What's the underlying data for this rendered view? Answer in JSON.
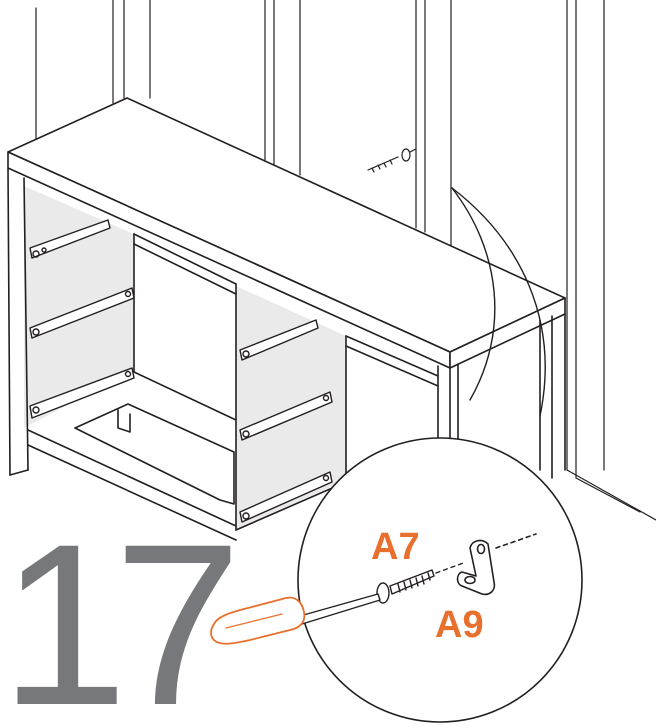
{
  "step_number": "17",
  "parts": {
    "screw_label": "A7",
    "bracket_label": "A9"
  },
  "colors": {
    "accent": "#e8702e",
    "line": "#231f20",
    "panel": "#eaeaea",
    "step_number": "#77787b",
    "background": "#ffffff"
  },
  "icons": {
    "tool": "screwdriver-icon",
    "screw": "screw-icon",
    "bracket": "angle-bracket-icon"
  }
}
